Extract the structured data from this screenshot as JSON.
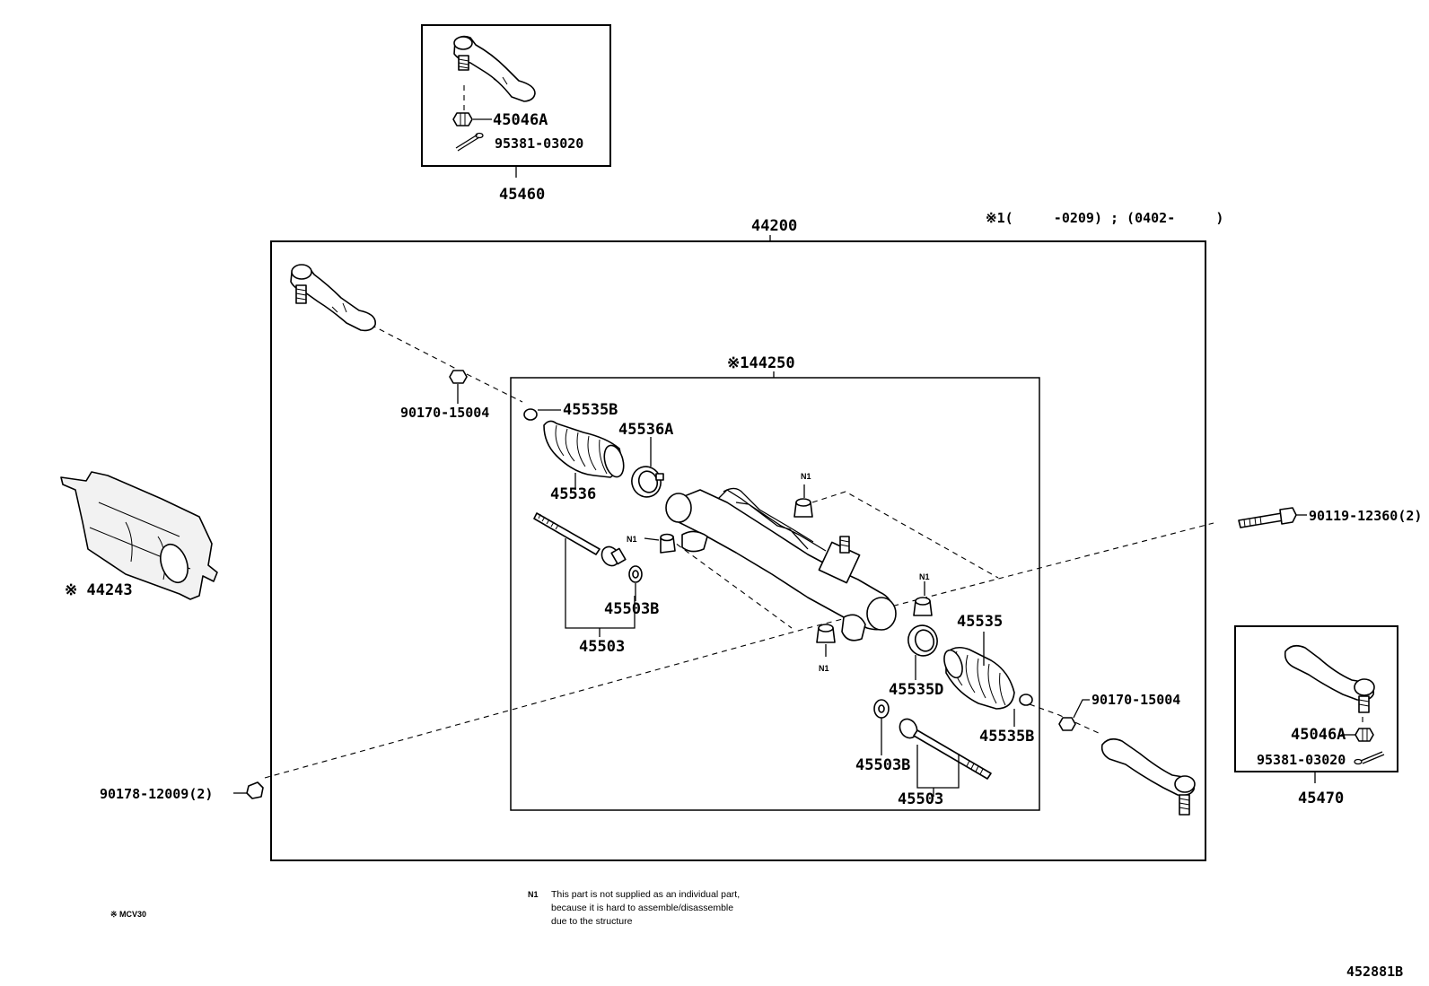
{
  "labels": {
    "tie_rod_end_assy_top": "45460",
    "nut_top_box": "45046A",
    "pin_top_box": "95381-03020",
    "rack_assy": "44200",
    "range_note": "※1(     -0209) ; (0402-     )",
    "gear_assy": "※144250",
    "nut_left": "90170-15004",
    "clamp_left": "45535B",
    "clip_left": "45536A",
    "boot_left": "45536",
    "washer_left": "45503B",
    "rack_end_left": "45503",
    "n1_a": "N1",
    "n1_b": "N1",
    "n1_c": "N1",
    "n1_d": "N1",
    "insulator": "※ 44243",
    "bolt_right": "90119-12360(2)",
    "boot_right": "45535",
    "clip_right": "45535D",
    "nut_right": "90170-15004",
    "clamp_right": "45535B",
    "washer_right": "45503B",
    "rack_end_right": "45503",
    "nut_bottom_left": "90178-12009(2)",
    "nut_right_box": "45046A",
    "pin_right_box": "95381-03020",
    "tie_rod_end_assy_right": "45470",
    "footnote_mark": "N1",
    "footnote_line1": "This part is not supplied as an individual part,",
    "footnote_line2": "because it is hard to assemble/disassemble",
    "footnote_line3": "due to the structure",
    "model_note": "※ MCV30",
    "drawing_id": "452881B"
  }
}
